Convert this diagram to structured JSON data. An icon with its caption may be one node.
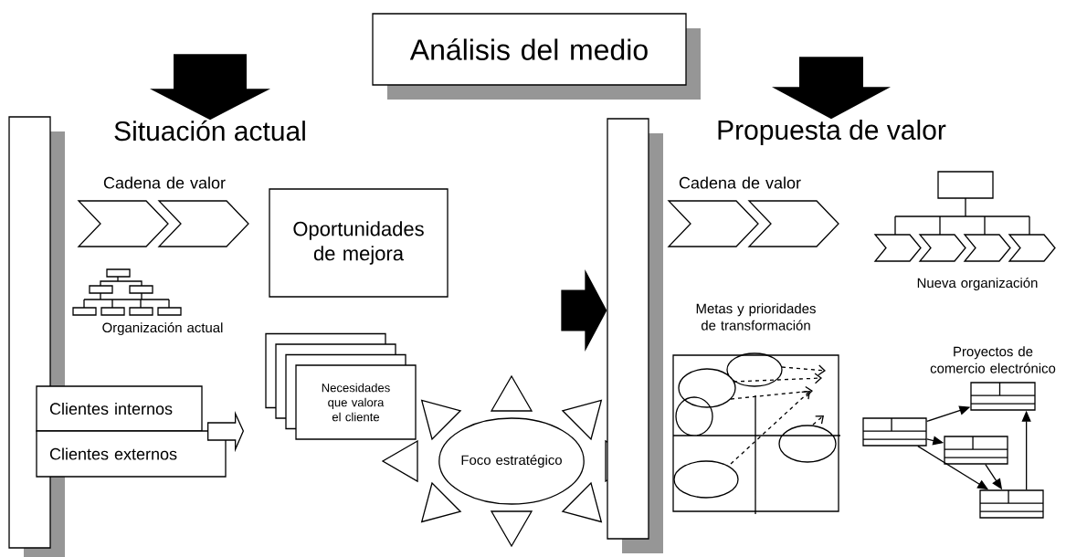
{
  "diagram": {
    "nodes": [
      {
        "text": [
          "Análisis del medio"
        ]
      },
      {
        "text": [
          "Situación actual"
        ]
      },
      {
        "text": [
          "Propuesta de valor"
        ]
      },
      {
        "text": [],
        "shape": "bar"
      },
      {
        "text": [
          "Oportunidades de mejora"
        ]
      },
      {
        "text": [
          "Clientes internos"
        ]
      },
      {
        "text": [
          "Clientes externos"
        ]
      },
      {
        "text": [
          "Necesidades que valora el cliente"
        ]
      },
      {
        "text": [
          "Foco estratégico"
        ]
      },
      {
        "text": [],
        "shape": "bar"
      },
      {
        "text": [
          "Metas y prioridades de transformación"
        ]
      },
      {
        "text": [],
        "shape": "box"
      },
      {
        "text": [],
        "shape": "box"
      },
      {
        "text": [],
        "shape": "box"
      },
      {
        "text": [],
        "shape": "box"
      }
    ],
    "edges": [
      {
        "from": null,
        "to": 1,
        "arrow": "to",
        "style": "thick"
      },
      {
        "from": null,
        "to": 2,
        "arrow": "to",
        "style": "thick"
      },
      {
        "from": null,
        "to": 9,
        "arrow": "to",
        "style": "thick"
      },
      {
        "from": 5,
        "to": 7,
        "arrow": "to"
      },
      {
        "from": 12,
        "to": 11,
        "arrow": "to"
      },
      {
        "from": 12,
        "to": 13,
        "arrow": "to"
      },
      {
        "from": 12,
        "to": 14,
        "arrow": "to"
      },
      {
        "from": 13,
        "to": 14,
        "arrow": "to"
      },
      {
        "from": 14,
        "to": 11,
        "arrow": "to"
      }
    ],
    "labels": [
      "Cadena de valor",
      "Cadena de valor",
      "Organización actual",
      "Nueva organización",
      "Proyectos de comercio electrónico"
    ]
  }
}
